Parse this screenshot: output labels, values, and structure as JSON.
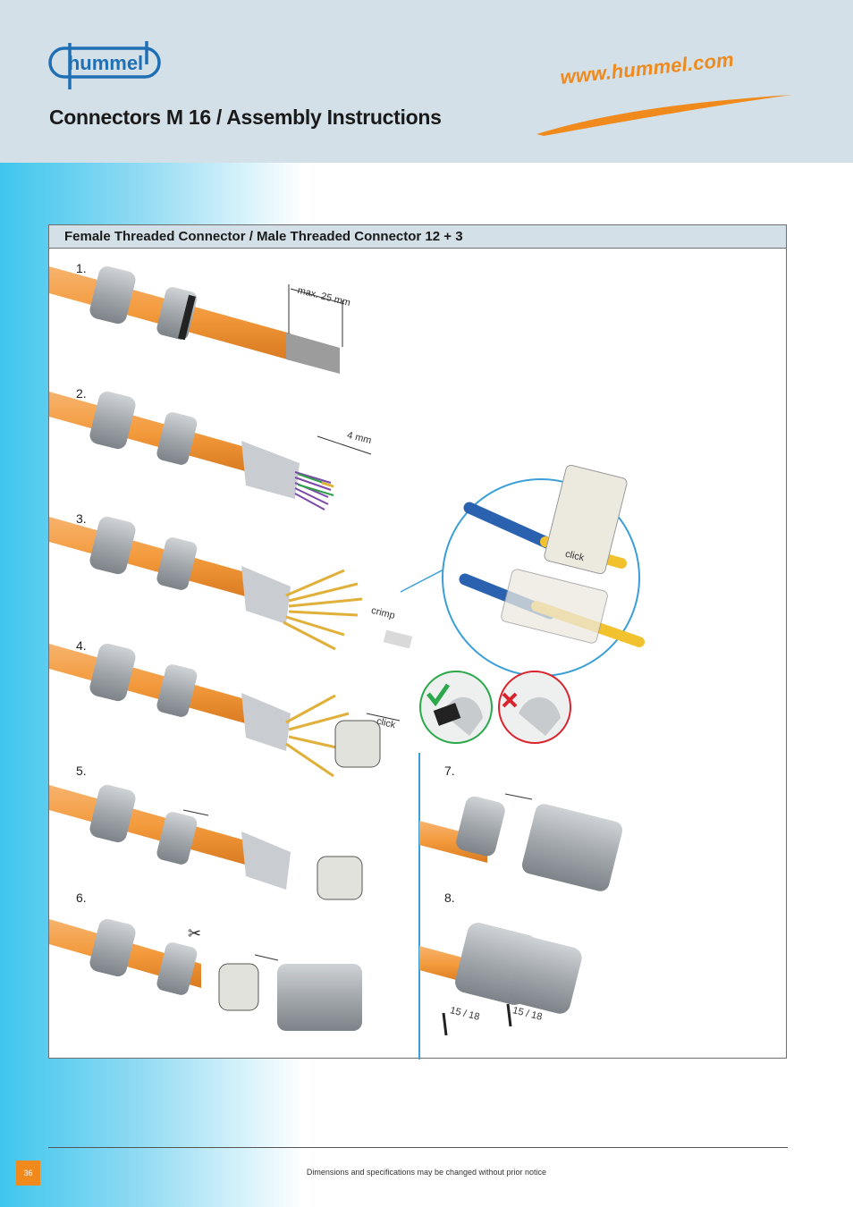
{
  "brand": {
    "logo_text": "hummel",
    "url": "www.hummel.com"
  },
  "page_title": "Connectors M 16 / Assembly Instructions",
  "panel": {
    "title": "Female Threaded Connector / Male Threaded Connector 12 + 3",
    "steps": [
      "1.",
      "2.",
      "3.",
      "4.",
      "5.",
      "6.",
      "7.",
      "8."
    ],
    "annotations": {
      "max_length": "max. 25 mm",
      "strip_length": "4 mm",
      "crimp": "crimp",
      "click_detail": "click",
      "click_step4": "click",
      "wrench_size_1": "15 / 18",
      "wrench_size_2": "15 / 18"
    }
  },
  "colors": {
    "cable": "#f39a3c",
    "accent": "#3a9fd8",
    "brand_orange": "#f08a1c",
    "ok": "#2aa84a",
    "wrong": "#d9232d"
  },
  "icons": [
    "scissors-icon",
    "wrench-icon",
    "check-icon",
    "cross-icon"
  ],
  "footer": {
    "page_number": "36",
    "note": "Dimensions and specifications may be changed without prior notice"
  }
}
